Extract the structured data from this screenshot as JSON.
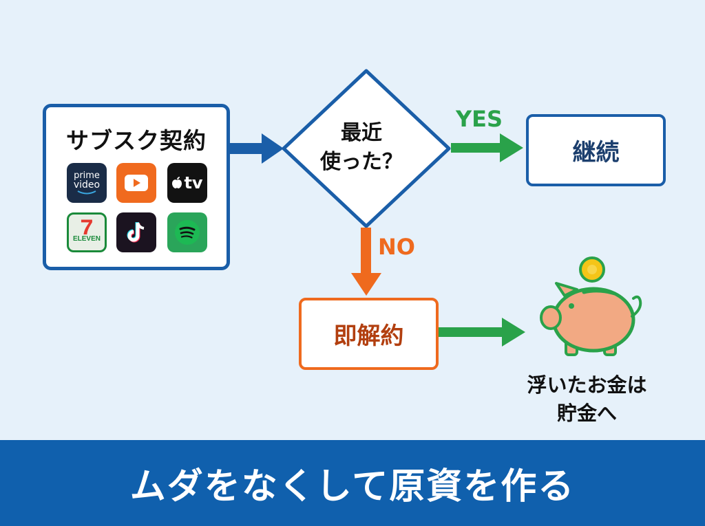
{
  "subscription": {
    "title": "サブスク契約",
    "apps": {
      "prime": {
        "line1": "prime",
        "line2": "video"
      },
      "seven": {
        "text": "ELEVEN"
      },
      "appletv": {
        "text": "tv"
      }
    }
  },
  "decision": {
    "line1": "最近",
    "line2": "使った？"
  },
  "yes_label": "YES",
  "no_label": "NO",
  "keep_label": "継続",
  "cancel_label": "即解約",
  "saving": {
    "line1": "浮いたお金は",
    "line2": "貯金へ"
  },
  "banner": "ムダをなくして原資を作る",
  "colors": {
    "background": "#e6f1fa",
    "blue": "#1a5ea8",
    "green": "#2aa24a",
    "orange": "#ef6a1e",
    "banner": "#1060ad"
  }
}
